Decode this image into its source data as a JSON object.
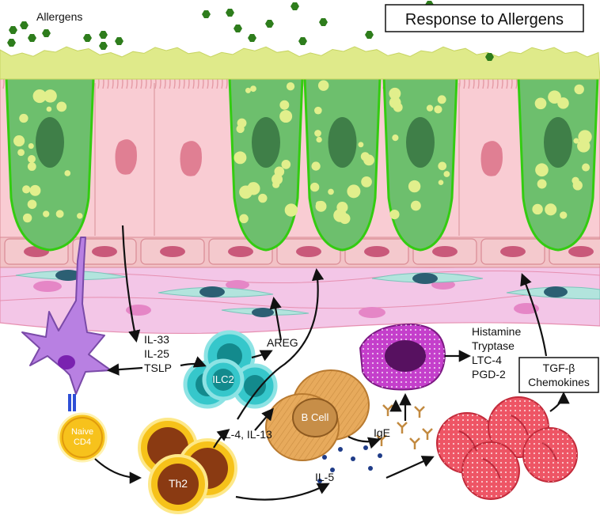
{
  "title": "Response to Allergens",
  "labels": {
    "allergens": "Allergens",
    "il33": "IL-33",
    "il25": "IL-25",
    "tslp": "TSLP",
    "ilc2": "ILC2",
    "areg": "AREG",
    "naive": "Naive",
    "cd4": "CD4",
    "th2": "Th2",
    "il4_il13": "IL-4, IL-13",
    "bcell": "B Cell",
    "ige": "IgE",
    "il5": "IL-5",
    "histamine": "Histamine",
    "tryptase": "Tryptase",
    "ltc4": "LTC-4",
    "pgd2": "PGD-2",
    "tgfb": "TGF-β",
    "chemokines": "Chemokines"
  },
  "colors": {
    "goblet_fill": "#6dbf6d",
    "goblet_outline": "#33cc11",
    "mucus": "#dde88a",
    "epithelium": "#f7c9cf",
    "stroma": "#f2c4e6",
    "fibroblast": "#aee2dc",
    "allergen": "#2e7d1c",
    "dendritic": "#b37fe0",
    "ilc2": "#33c6c9",
    "th2": "#f6c21a",
    "bcell": "#e6a95a",
    "mast": "#c23ac9",
    "eosinophil": "#ee5566"
  }
}
